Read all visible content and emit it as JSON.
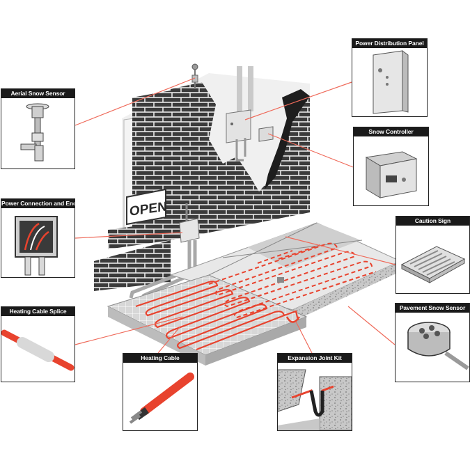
{
  "labels": {
    "aerial_snow_sensor": "Aerial Snow Sensor",
    "power_distribution_panel": "Power Distribution Panel",
    "snow_controller": "Snow Controller",
    "power_connection_end_seal": "Power Connection and End Seal",
    "caution_sign": "Caution Sign",
    "heating_cable_splice": "Heating Cable Splice",
    "pavement_snow_sensor": "Pavement Snow Sensor",
    "heating_cable": "Heating Cable",
    "expansion_joint_kit": "Expansion Joint Kit"
  },
  "sign_text": "OPEN",
  "colors": {
    "cable": "#e8432e",
    "leader": "#ef6a5a",
    "brick": "#3a3a3a",
    "slab": "#d9d9d9",
    "header_bg": "#1a1a1a"
  }
}
